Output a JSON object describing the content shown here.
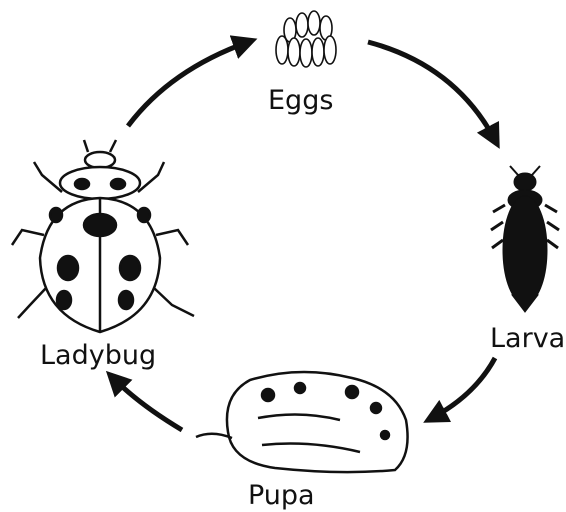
{
  "stages": {
    "eggs": "Eggs",
    "larva": "Larva",
    "pupa": "Pupa",
    "ladybug": "Ladybug"
  },
  "colors": {
    "ink": "#111111",
    "background": "#ffffff"
  },
  "icons": [
    "eggs-icon",
    "larva-icon",
    "pupa-icon",
    "ladybug-icon",
    "cycle-arrow-icon"
  ]
}
